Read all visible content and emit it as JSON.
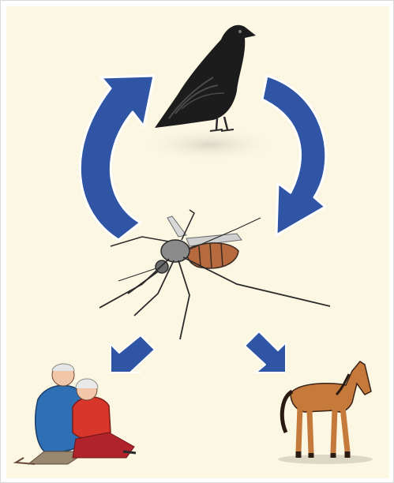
{
  "diagram": {
    "background_color": "#fbf7e3",
    "arrow_color": "#2f55a4",
    "nodes": [
      {
        "id": "bird",
        "icon": "crow-icon"
      },
      {
        "id": "mosquito",
        "icon": "mosquito-icon"
      },
      {
        "id": "humans",
        "icon": "elderly-couple-icon"
      },
      {
        "id": "horse",
        "icon": "horse-icon"
      }
    ],
    "edges": [
      {
        "from": "mosquito",
        "to": "bird",
        "style": "curved"
      },
      {
        "from": "bird",
        "to": "mosquito",
        "style": "curved"
      },
      {
        "from": "mosquito",
        "to": "humans",
        "style": "straight"
      },
      {
        "from": "mosquito",
        "to": "horse",
        "style": "straight"
      }
    ]
  }
}
